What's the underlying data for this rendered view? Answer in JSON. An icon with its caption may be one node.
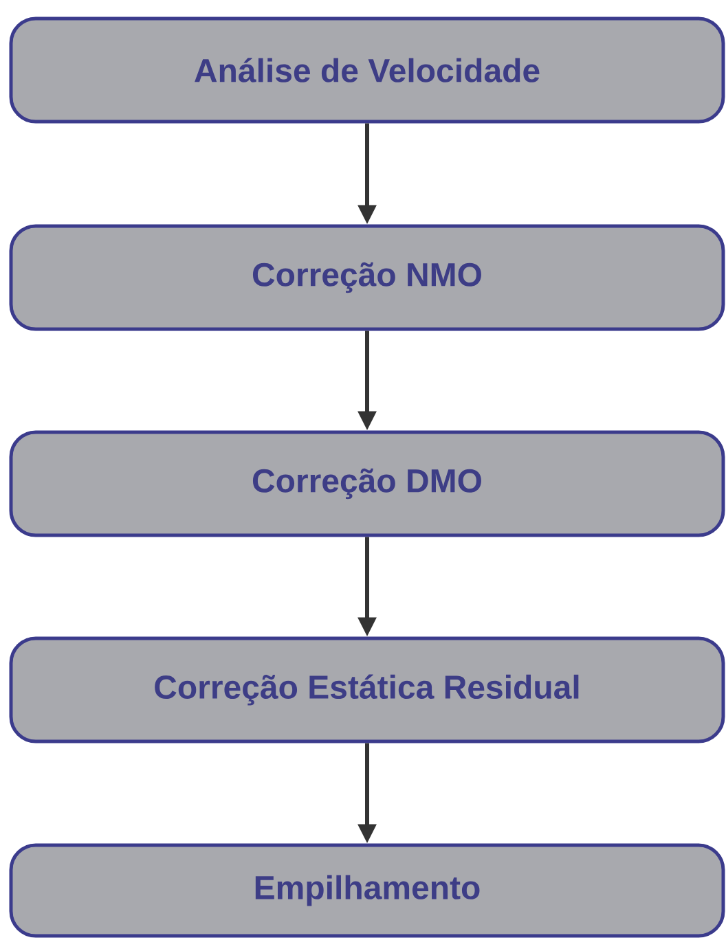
{
  "diagram": {
    "nodes": [
      {
        "text": [
          "Análise de Velocidade"
        ]
      },
      {
        "text": [
          "Correção NMO"
        ]
      },
      {
        "text": [
          "Correção DMO"
        ]
      },
      {
        "text": [
          "Correção Estática Residual"
        ]
      },
      {
        "text": [
          "Empilhamento"
        ]
      }
    ],
    "edges": [
      {
        "from": 0,
        "to": 1,
        "arrow": "to"
      },
      {
        "from": 1,
        "to": 2,
        "arrow": "to"
      },
      {
        "from": 2,
        "to": 3,
        "arrow": "to"
      },
      {
        "from": 3,
        "to": 4,
        "arrow": "to"
      }
    ]
  }
}
